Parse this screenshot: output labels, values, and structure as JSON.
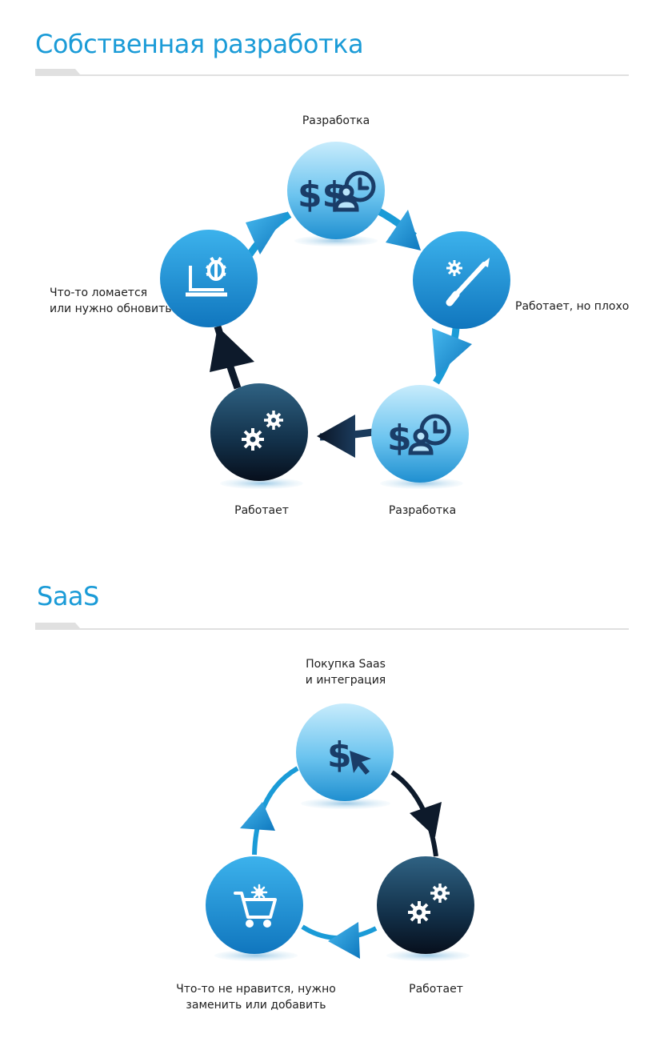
{
  "section1": {
    "title": "Собственная разработка",
    "labels": {
      "dev_top": "Разработка",
      "works_badly": "Работает, но плохо",
      "dev_bottom": "Разработка",
      "works": "Работает",
      "breaks_line1": "Что-то ломается",
      "breaks_line2": "или нужно обновить"
    }
  },
  "section2": {
    "title": "SaaS",
    "labels": {
      "buy_line1": "Покупка Saas",
      "buy_line2": "и интеграция",
      "works": "Работает",
      "dislike_line1": "Что-то не нравится, нужно",
      "dislike_line2": "заменить или добавить"
    }
  },
  "colors": {
    "title_blue": "#1a9bd7",
    "circle_light": "#b8e4fa",
    "circle_mid": "#2aa7e4",
    "circle_dark": "#0d1a2b",
    "arrow_blue": "#1a9bd7",
    "arrow_dark": "#0d1a2b",
    "icon_dark": "#1a3d68"
  }
}
